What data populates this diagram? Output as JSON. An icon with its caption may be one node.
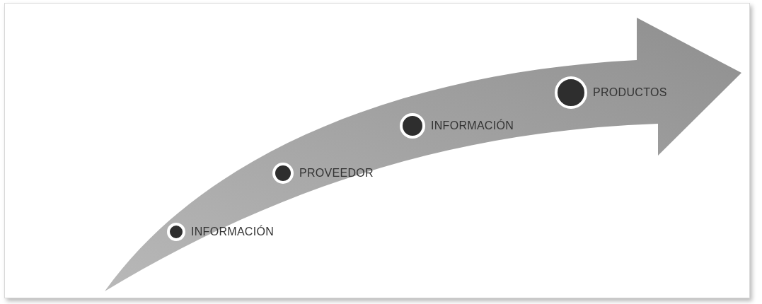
{
  "diagram": {
    "nodes": [
      {
        "text": [],
        "shape": "circle",
        "beside": [
          "INFORMACIÓN"
        ]
      },
      {
        "text": [],
        "shape": "circle",
        "beside": [
          "PROVEEDOR"
        ]
      },
      {
        "text": [],
        "shape": "circle",
        "beside": [
          "INFORMACIÓN"
        ]
      },
      {
        "text": [],
        "shape": "circle",
        "beside": [
          "PRODUCTOS"
        ]
      }
    ],
    "edges": []
  }
}
